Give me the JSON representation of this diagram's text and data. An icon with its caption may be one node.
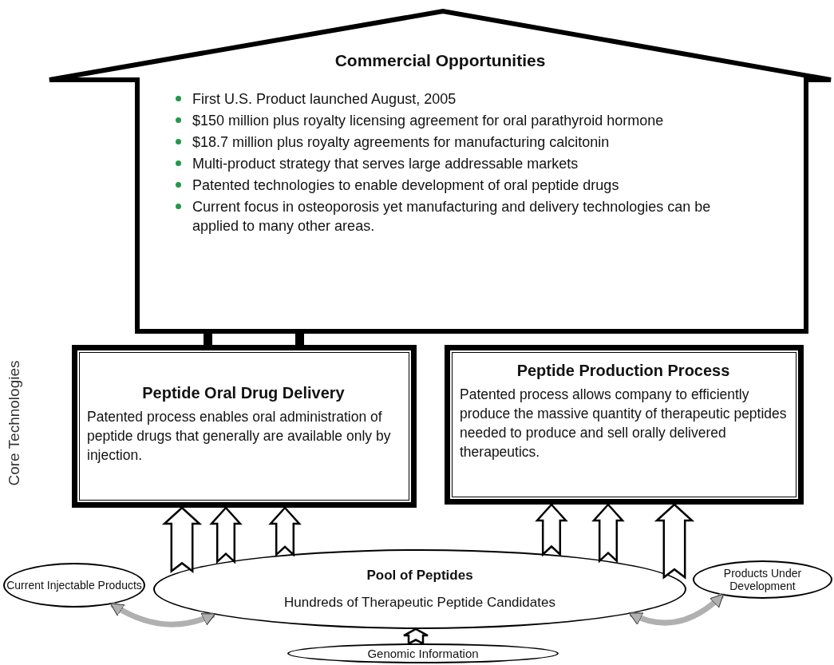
{
  "diagram": {
    "nodes": [
      {
        "text": [
          "Commercial Opportunities",
          "First U.S. Product launched August, 2005",
          "$150 million plus royalty licensing agreement for oral parathyroid hormone",
          "$18.7 million plus royalty agreements for manufacturing calcitonin",
          "Multi-product strategy that serves large addressable markets",
          "Patented technologies to enable development of oral peptide drugs",
          "Current focus in osteoporosis yet manufacturing and delivery technologies can be applied to many other areas."
        ]
      },
      {
        "text": [
          "Peptide Oral Drug Delivery",
          "Patented process enables oral administration of peptide drugs that generally are available only by injection."
        ]
      },
      {
        "text": [
          "Peptide Production Process",
          "Patented process allows company to efficiently produce the massive quantity of therapeutic peptides needed to produce and sell orally delivered therapeutics."
        ]
      },
      {
        "text": [
          "Current Injectable Products"
        ]
      },
      {
        "text": [
          "Pool of Peptides",
          "Hundreds of Therapeutic Peptide Candidates"
        ]
      },
      {
        "text": [
          "Products Under Development"
        ]
      },
      {
        "text": [
          "Genomic Information"
        ]
      }
    ],
    "edges": [
      {
        "from": 4,
        "to": 1,
        "arrow": "to"
      },
      {
        "from": 4,
        "to": 1,
        "arrow": "to"
      },
      {
        "from": 4,
        "to": 1,
        "arrow": "to"
      },
      {
        "from": 4,
        "to": 2,
        "arrow": "to"
      },
      {
        "from": 4,
        "to": 2,
        "arrow": "to"
      },
      {
        "from": 4,
        "to": 2,
        "arrow": "to"
      },
      {
        "from": 6,
        "to": 4,
        "arrow": "to"
      },
      {
        "from": 3,
        "to": 4,
        "arrow": "both",
        "color": "#b0b0b0"
      },
      {
        "from": 5,
        "to": 4,
        "arrow": "both",
        "color": "#b0b0b0"
      }
    ],
    "labels": [
      "Core Technologies"
    ]
  }
}
